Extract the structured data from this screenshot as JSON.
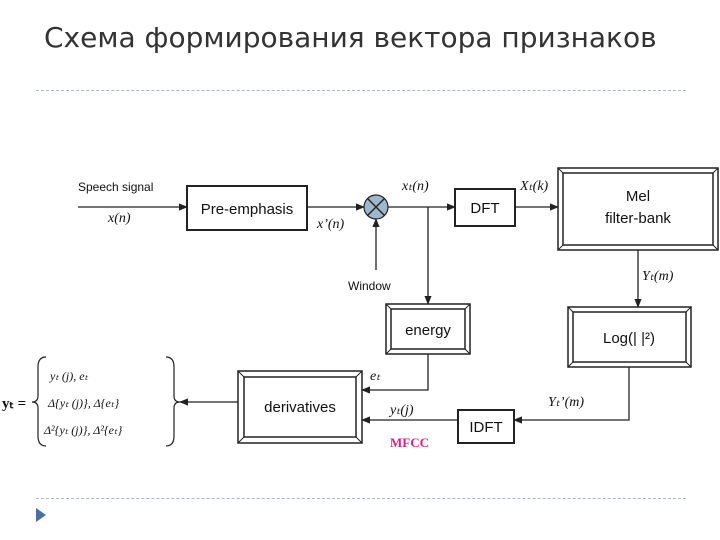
{
  "title": "Схема формирования вектора признаков",
  "diagram": {
    "inputs": {
      "speech_signal": "Speech signal",
      "x_n": "x(n)",
      "window": "Window"
    },
    "blocks": {
      "pre_emphasis": "Pre-emphasis",
      "dft": "DFT",
      "mel_line1": "Mel",
      "mel_line2": "filter-bank",
      "log": "Log(| |²)",
      "idft": "IDFT",
      "energy": "energy",
      "derivatives": "derivatives"
    },
    "signals": {
      "x_prime": "x’(n)",
      "xt": "xₜ(n)",
      "Xt": "Xₜ(k)",
      "Yt": "Yₜ(m)",
      "Yt_prime": "Yₜ’(m)",
      "yt_j": "yₜ(j)",
      "et": "eₜ",
      "mfcc": "MFCC"
    },
    "formula": {
      "lhs": "yₜ =",
      "row1": "yₜ (j), eₜ",
      "row2": "Δ{yₜ (j)}, Δ{eₜ}",
      "row3": "Δ²{yₜ (j)}, Δ²{eₜ}"
    }
  }
}
